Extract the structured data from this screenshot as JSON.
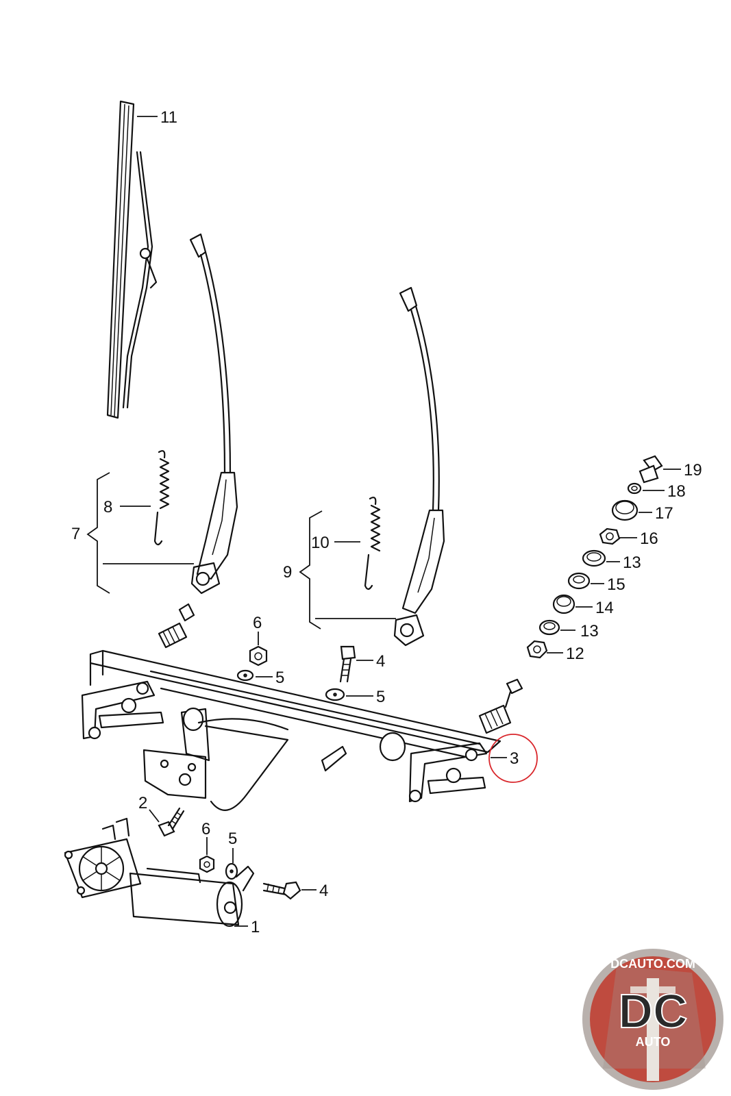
{
  "diagram": {
    "callouts": [
      {
        "id": "c11",
        "text": "11"
      },
      {
        "id": "c8",
        "text": "8"
      },
      {
        "id": "c7",
        "text": "7"
      },
      {
        "id": "c10",
        "text": "10"
      },
      {
        "id": "c9",
        "text": "9"
      },
      {
        "id": "c19",
        "text": "19"
      },
      {
        "id": "c18",
        "text": "18"
      },
      {
        "id": "c17",
        "text": "17"
      },
      {
        "id": "c16",
        "text": "16"
      },
      {
        "id": "c13a",
        "text": "13"
      },
      {
        "id": "c15",
        "text": "15"
      },
      {
        "id": "c14",
        "text": "14"
      },
      {
        "id": "c13b",
        "text": "13"
      },
      {
        "id": "c12",
        "text": "12"
      },
      {
        "id": "c6a",
        "text": "6"
      },
      {
        "id": "c5a",
        "text": "5"
      },
      {
        "id": "c4a",
        "text": "4"
      },
      {
        "id": "c5b",
        "text": "5"
      },
      {
        "id": "c3",
        "text": "3"
      },
      {
        "id": "c2",
        "text": "2"
      },
      {
        "id": "c6b",
        "text": "6"
      },
      {
        "id": "c5c",
        "text": "5"
      },
      {
        "id": "c4b",
        "text": "4"
      },
      {
        "id": "c1",
        "text": "1"
      }
    ],
    "highlight_color": "#d9262b"
  },
  "logo": {
    "top_text": "DCAUTO.COM",
    "letters": "DC",
    "bottom_text": "AUTO",
    "colors": {
      "outer": "#b9b1ad",
      "inner": "#c0392b",
      "stripe": "#e9e4de"
    }
  }
}
